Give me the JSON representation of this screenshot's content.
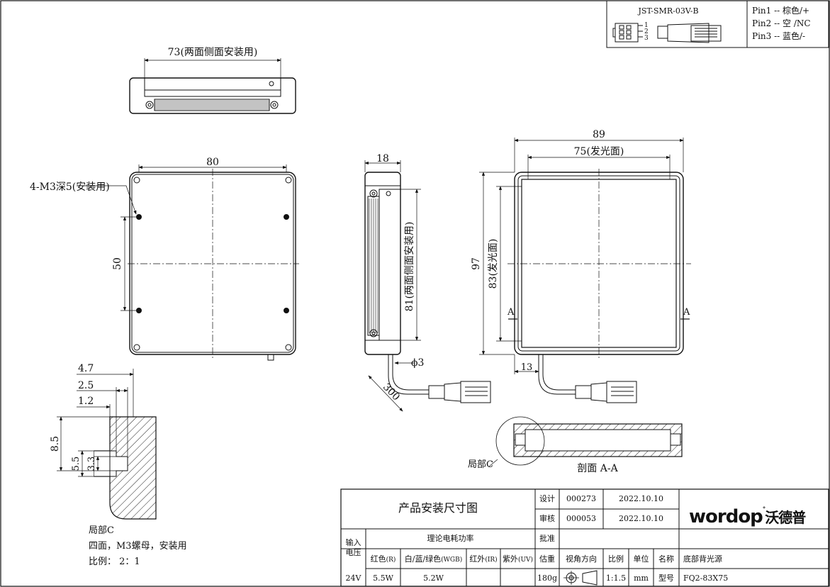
{
  "connector": {
    "model": "JST-SMR-03V-B",
    "pins": [
      "Pin1 -- 棕色/+",
      "Pin2 -- 空 /NC",
      "Pin3 -- 蓝色/-"
    ],
    "pin_numbers": [
      "1",
      "2",
      "3"
    ]
  },
  "top_view": {
    "width_label": "73(两面侧面安装用)"
  },
  "front_view": {
    "width_label": "80",
    "height_label": "50",
    "holes_label": "4-M3深5(安装用)"
  },
  "side_view": {
    "depth_label": "18",
    "height_label": "81(两面侧面安装用)",
    "cable_diameter_label": "ϕ3",
    "cable_length_label": "300"
  },
  "right_view": {
    "outer_width_label": "89",
    "emit_width_label": "75(发光面)",
    "outer_height_label": "97",
    "emit_height_label": "83(发光面)",
    "cable_offset_label": "13",
    "section_mark": "A"
  },
  "section_view": {
    "title": "剖面 A-A",
    "detail_label": "局部C"
  },
  "detail_view": {
    "dims": [
      "4.7",
      "2.5",
      "1.2",
      "8.5",
      "5.5",
      "3.3"
    ],
    "notes": [
      "局部C",
      "四面，M3螺母，安装用",
      "比例： 2：1"
    ]
  },
  "title_block": {
    "title": "产品安装尺寸图",
    "design_label": "设计",
    "design_id": "000273",
    "design_date": "2022.10.10",
    "review_label": "审核",
    "review_id": "000053",
    "review_date": "2022.10.10",
    "approve_label": "批准",
    "input_voltage_label_1": "输入",
    "input_voltage_label_2": "电压",
    "power_label": "理论电耗功率",
    "red_label": "红色",
    "red_sub": "(R)",
    "wgb_label": "白/蓝/绿色",
    "wgb_sub": "(WGB)",
    "ir_label": "红外",
    "ir_sub": "(IR)",
    "uv_label": "紫外",
    "uv_sub": "(UV)",
    "weight_label": "估重",
    "view_dir_label": "视角方向",
    "scale_label": "比例",
    "unit_label": "单位",
    "name_label": "名称",
    "name_value": "底部背光源",
    "voltage": "24V",
    "red_power": "5.5W",
    "wgb_power": "5.2W",
    "weight": "180g",
    "scale": "1:1.5",
    "unit": "mm",
    "model_label": "型号",
    "model_value": "FQ2-83X75",
    "brand": "wordop",
    "brand_cn": "沃德普"
  }
}
